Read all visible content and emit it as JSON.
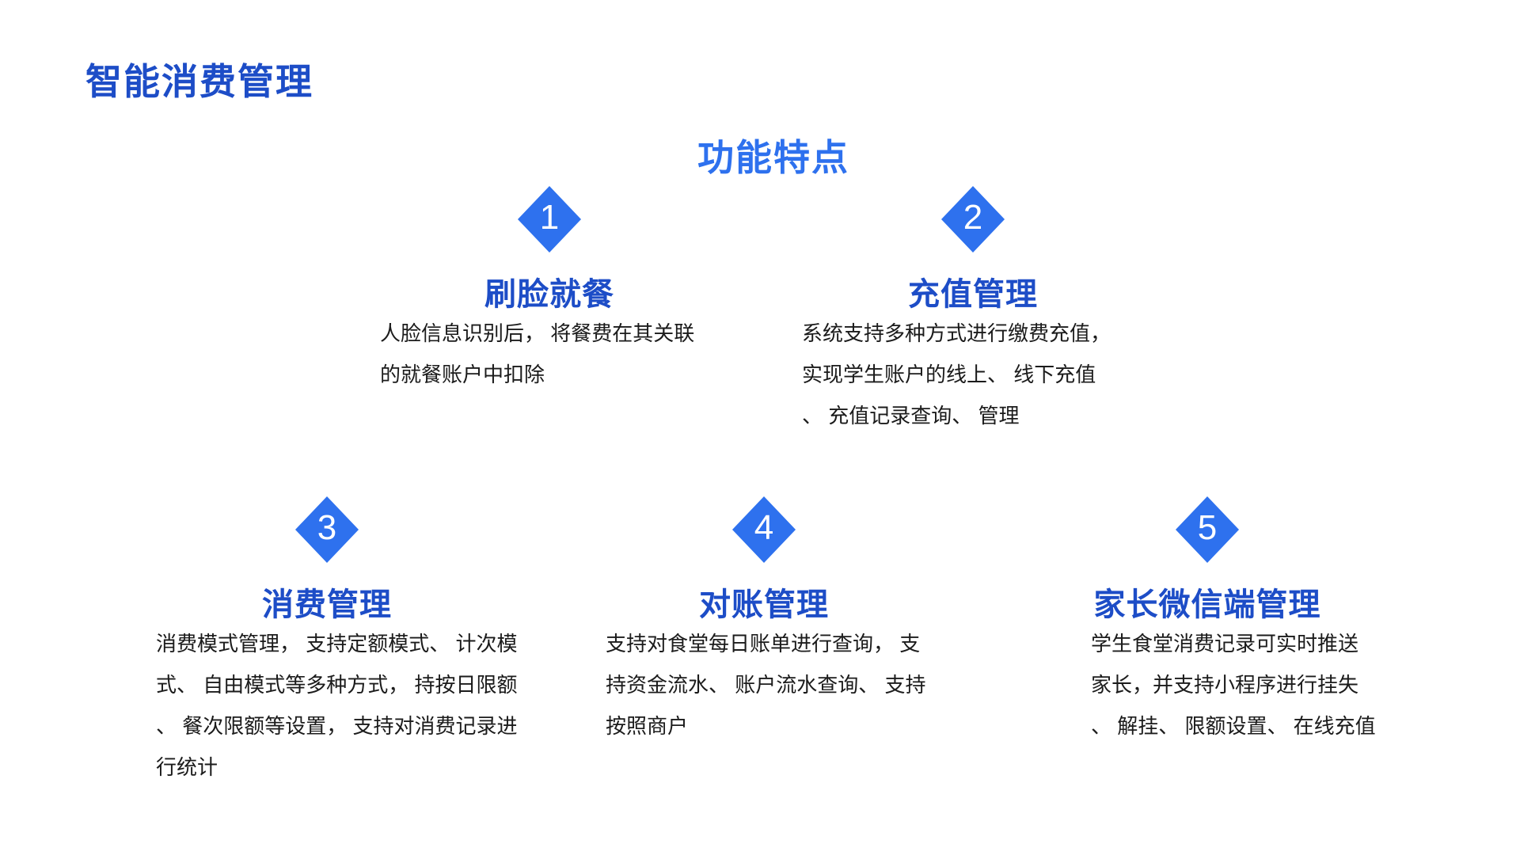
{
  "page": {
    "title": "智能消费管理",
    "subtitle": "功能特点"
  },
  "colors": {
    "accent_blue": "#2e71ee",
    "title_blue": "#1d4dc7",
    "body_text": "#1b1b1b",
    "background": "#ffffff",
    "number_text": "#ffffff"
  },
  "features": [
    {
      "number": "1",
      "heading": "刷脸就餐",
      "desc": "人脸信息识别后， 将餐费在其关联\n的就餐账户中扣除"
    },
    {
      "number": "2",
      "heading": "充值管理",
      "desc": "系统支持多种方式进行缴费充值，\n实现学生账户的线上、 线下充值\n、 充值记录查询、 管理"
    },
    {
      "number": "3",
      "heading": "消费管理",
      "desc": "消费模式管理， 支持定额模式、 计次模\n式、 自由模式等多种方式， 持按日限额\n、 餐次限额等设置， 支持对消费记录进\n行统计"
    },
    {
      "number": "4",
      "heading": "对账管理",
      "desc": "支持对食堂每日账单进行查询， 支\n持资金流水、 账户流水查询、 支持\n按照商户"
    },
    {
      "number": "5",
      "heading": "家长微信端管理",
      "desc": "学生食堂消费记录可实时推送\n家长，并支持小程序进行挂失\n、 解挂、 限额设置、 在线充值"
    }
  ]
}
